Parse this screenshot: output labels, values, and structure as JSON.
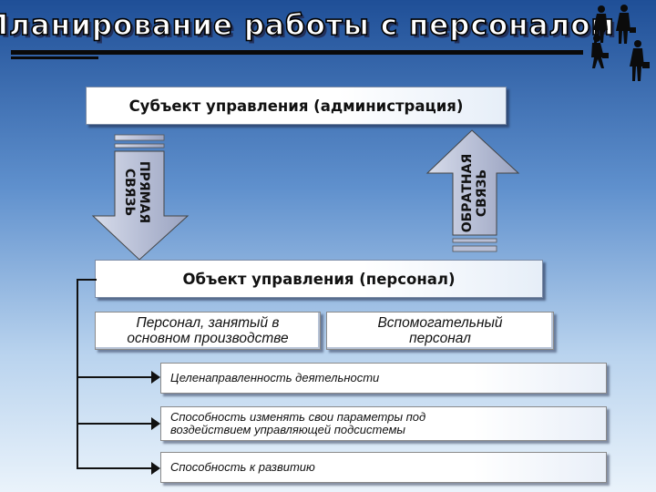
{
  "title": "Планирование работы с персоналом",
  "subject_box": "Субъект управления (администрация)",
  "direct_link": {
    "line1": "ПРЯМАЯ",
    "line2": "СВЯЗЬ"
  },
  "feedback_link": {
    "line1": "ОБРАТНАЯ",
    "line2": "СВЯЗЬ"
  },
  "object_box": "Объект управления (персонал)",
  "personnel_types": [
    {
      "line1": "Персонал, занятый в",
      "line2": "основном производстве"
    },
    {
      "line1": "Вспомогательный",
      "line2": "персонал"
    }
  ],
  "properties": [
    {
      "line1": "Целенаправленность деятельности",
      "line2": ""
    },
    {
      "line1": "Способность изменять свои параметры под",
      "line2": "воздействием управляющей подсистемы"
    },
    {
      "line1": "Способность к развитию",
      "line2": ""
    }
  ],
  "colors": {
    "background_top": "#1f4f97",
    "background_bottom": "#eaf3fb",
    "arrow_fill": "#b8bfd6"
  },
  "icons": [
    "business-people-icon"
  ]
}
